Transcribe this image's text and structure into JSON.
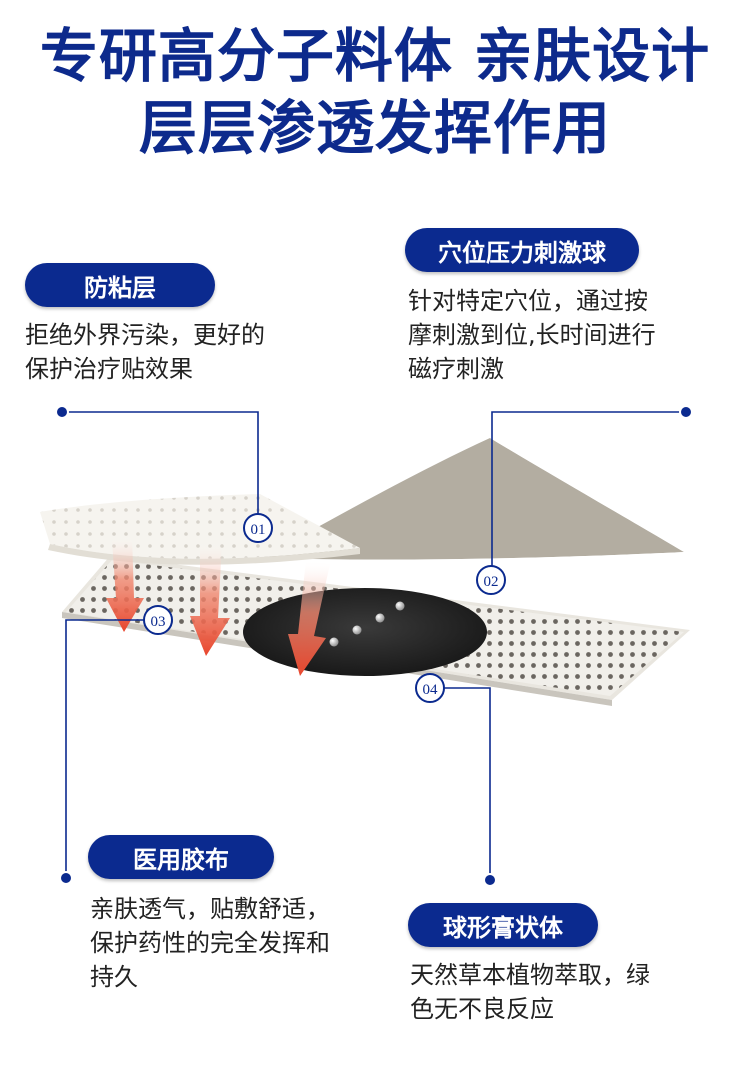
{
  "headline": {
    "line1": "专研高分子料体  亲肤设计",
    "line2": "层层渗透发挥作用"
  },
  "callouts": [
    {
      "num": "01",
      "title": "防粘层",
      "desc": "拒绝外界污染，更好的\n保护治疗贴效果"
    },
    {
      "num": "02",
      "title": "穴位压力刺激球",
      "desc": "针对特定穴位，通过按\n摩刺激到位,长时间进行\n磁疗刺激"
    },
    {
      "num": "03",
      "title": "医用胶布",
      "desc": "亲肤透气，贴敷舒适，\n保护药性的完全发挥和\n持久"
    },
    {
      "num": "04",
      "title": "球形膏状体",
      "desc": "天然草本植物萃取，绿\n色无不良反应"
    }
  ],
  "colors": {
    "brand": "#0b2a8f",
    "arrow": "#e8452c",
    "film": "#a8a398"
  }
}
